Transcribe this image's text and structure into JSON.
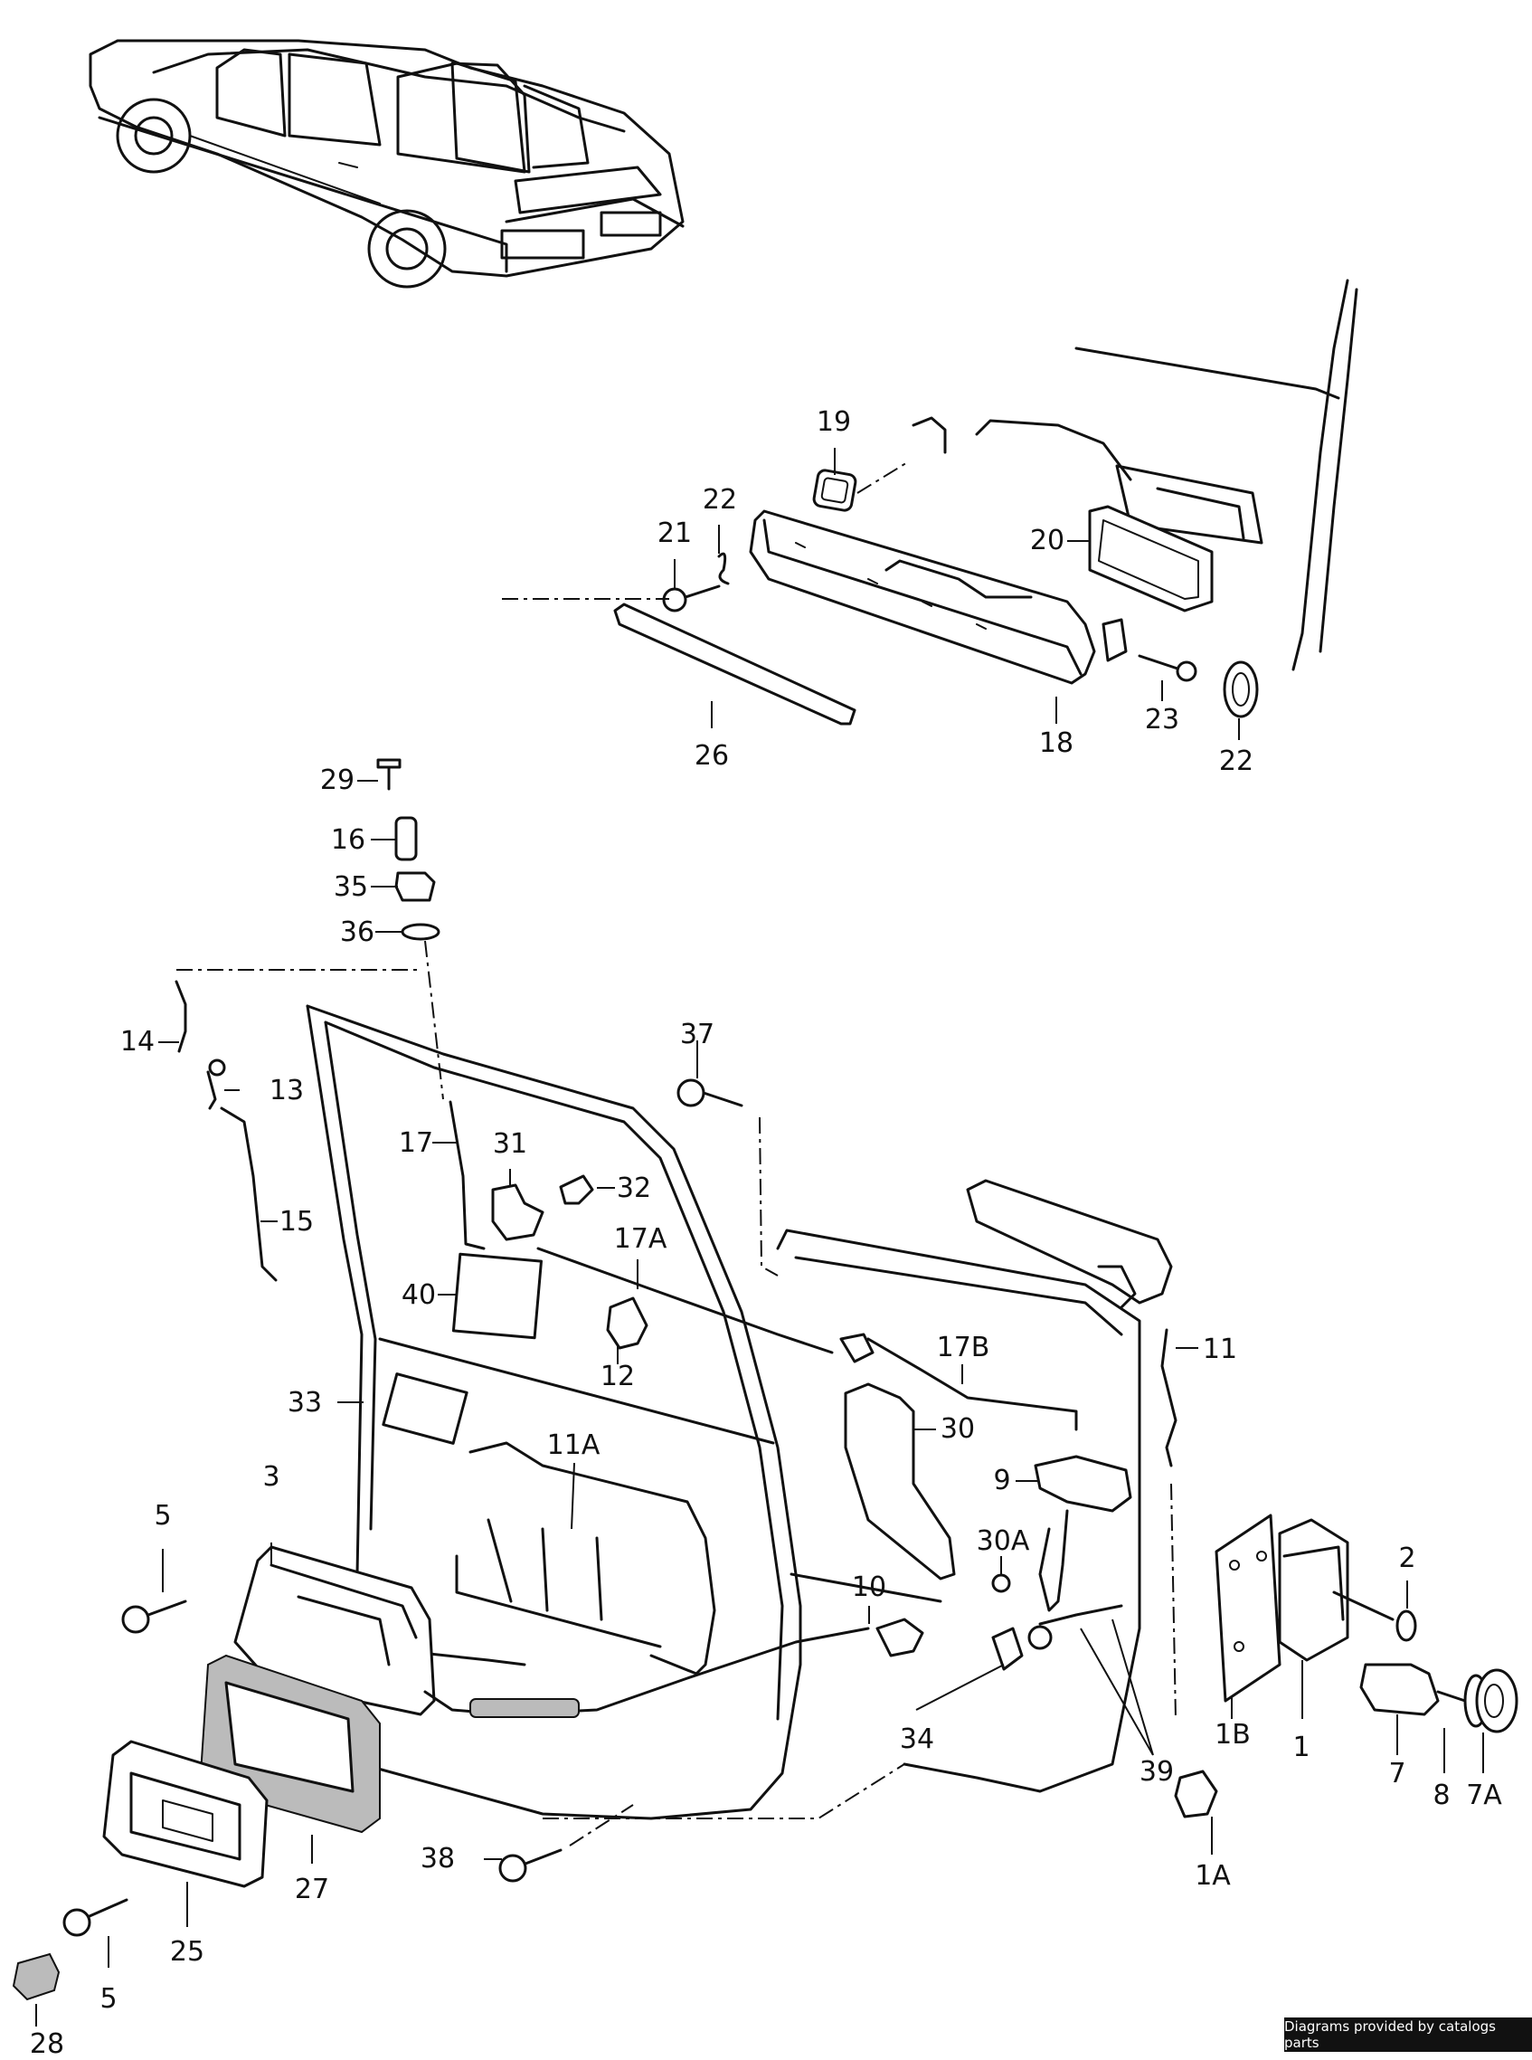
{
  "credit": "Diagrams provided by catalogs parts",
  "callouts": [
    {
      "id": "c19",
      "text": "19"
    },
    {
      "id": "c22a",
      "text": "22"
    },
    {
      "id": "c21",
      "text": "21"
    },
    {
      "id": "c20",
      "text": "20"
    },
    {
      "id": "c26",
      "text": "26"
    },
    {
      "id": "c18",
      "text": "18"
    },
    {
      "id": "c23",
      "text": "23"
    },
    {
      "id": "c22b",
      "text": "22"
    },
    {
      "id": "c29",
      "text": "29"
    },
    {
      "id": "c16",
      "text": "16"
    },
    {
      "id": "c35",
      "text": "35"
    },
    {
      "id": "c36",
      "text": "36"
    },
    {
      "id": "c14",
      "text": "14"
    },
    {
      "id": "c13",
      "text": "13"
    },
    {
      "id": "c15",
      "text": "15"
    },
    {
      "id": "c37",
      "text": "37"
    },
    {
      "id": "c17",
      "text": "17"
    },
    {
      "id": "c31",
      "text": "31"
    },
    {
      "id": "c32",
      "text": "32"
    },
    {
      "id": "c17A",
      "text": "17A"
    },
    {
      "id": "c40",
      "text": "40"
    },
    {
      "id": "c12",
      "text": "12"
    },
    {
      "id": "c11",
      "text": "11"
    },
    {
      "id": "c17B",
      "text": "17B"
    },
    {
      "id": "c33",
      "text": "33"
    },
    {
      "id": "c11A",
      "text": "11A"
    },
    {
      "id": "c30",
      "text": "30"
    },
    {
      "id": "c9",
      "text": "9"
    },
    {
      "id": "c3",
      "text": "3"
    },
    {
      "id": "c30A",
      "text": "30A"
    },
    {
      "id": "c5a",
      "text": "5"
    },
    {
      "id": "c2",
      "text": "2"
    },
    {
      "id": "c10",
      "text": "10"
    },
    {
      "id": "c34",
      "text": "34"
    },
    {
      "id": "c39",
      "text": "39"
    },
    {
      "id": "c1B",
      "text": "1B"
    },
    {
      "id": "c1",
      "text": "1"
    },
    {
      "id": "c7",
      "text": "7"
    },
    {
      "id": "c8",
      "text": "8"
    },
    {
      "id": "c7A",
      "text": "7A"
    },
    {
      "id": "c27",
      "text": "27"
    },
    {
      "id": "c38",
      "text": "38"
    },
    {
      "id": "c1A",
      "text": "1A"
    },
    {
      "id": "c25",
      "text": "25"
    },
    {
      "id": "c5b",
      "text": "5"
    },
    {
      "id": "c28",
      "text": "28"
    }
  ]
}
